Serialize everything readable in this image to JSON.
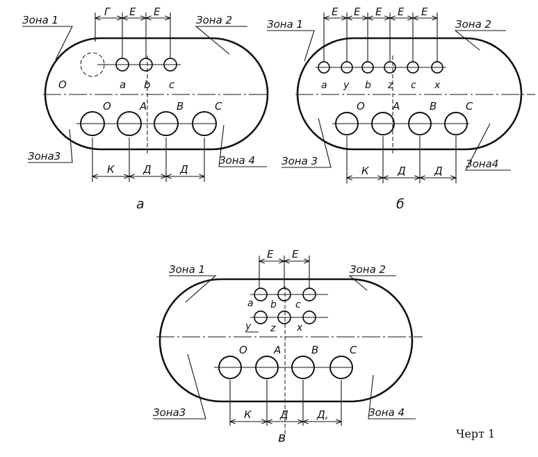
{
  "zones": {
    "z1": "Зона 1",
    "z2": "Зона 2",
    "z3": "Зона3",
    "z4": "Зона 4",
    "z3b": "Зона 3",
    "z4b": "Зона4"
  },
  "dims": {
    "G": "Г",
    "E": "Е",
    "K": "К",
    "D": "Д",
    "D2": "Д,"
  },
  "holes_small": {
    "O": "О",
    "a": "a",
    "b": "b",
    "c": "c",
    "y": "y",
    "z": "z",
    "x": "x"
  },
  "holes_large": {
    "O": "О",
    "A": "A",
    "B": "B",
    "C": "C"
  },
  "captions": {
    "a": "а",
    "b": "б",
    "v": "в"
  },
  "figure_label": "Черт 1"
}
